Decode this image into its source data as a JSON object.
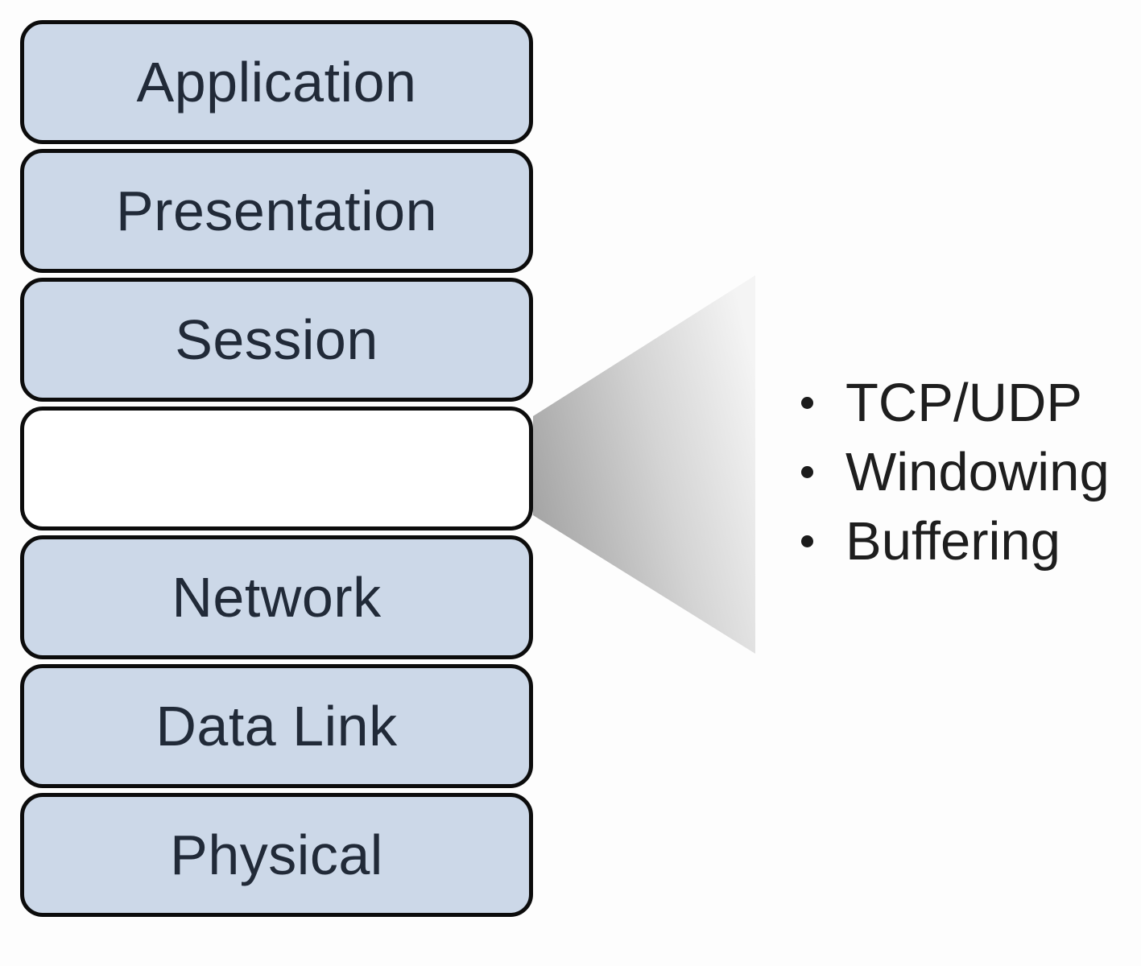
{
  "diagram": {
    "title": "OSI model stack with hidden Transport layer",
    "layers": [
      {
        "label": "Application",
        "state": "filled"
      },
      {
        "label": "Presentation",
        "state": "filled"
      },
      {
        "label": "Session",
        "state": "filled"
      },
      {
        "label": "",
        "state": "blank"
      },
      {
        "label": "Network",
        "state": "filled"
      },
      {
        "label": "Data Link",
        "state": "filled"
      },
      {
        "label": "Physical",
        "state": "filled"
      }
    ],
    "callout": {
      "items": [
        {
          "text": "TCP/UDP"
        },
        {
          "text": "Windowing"
        },
        {
          "text": "Buffering"
        }
      ]
    },
    "colors": {
      "layer_fill": "#ccd8e8",
      "blank_layer_fill": "#ffffff",
      "layer_border": "#0c0c0c",
      "layer_text": "#212a38",
      "bullet_text": "#1e1e1e",
      "cone_dark": "#a4a4a4",
      "cone_light": "#f4f4f4",
      "background": "#fdfdfd"
    }
  }
}
